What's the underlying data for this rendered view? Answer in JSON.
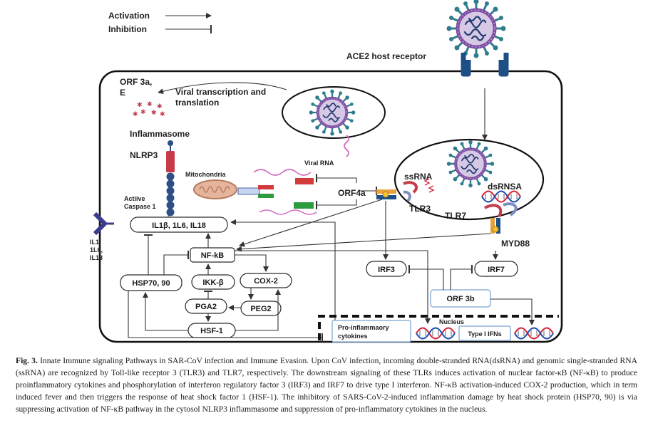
{
  "legend": {
    "activation": "Activation",
    "inhibition": "Inhibition"
  },
  "labels": {
    "ace2": "ACE2 host receptor",
    "orf3a": "ORF 3a,",
    "e_protein": "E",
    "viral_transcription_1": "Viral transcription and",
    "viral_transcription_2": "translation",
    "inflammasome": "Inflammasome",
    "nlrp3": "NLRP3",
    "mitochondria": "Mitochondria",
    "viral_rna": "Viral RNA",
    "orf4a": "ORF4a",
    "active_caspase_1": "Actiive",
    "active_caspase_2": "Caspase 1",
    "ssrna": "ssRNA",
    "dsrnsa": "dsRNSA",
    "tlr3": "TLR3",
    "tlr7": "TLR7",
    "myd88": "MYD88",
    "receptor_1": "IL1,",
    "receptor_2": "1L6,",
    "receptor_3": "IL18",
    "nucleus": "Nucleus"
  },
  "nodes": {
    "cytokines": "IL1β, 1L6, IL18",
    "nfkb": "NF-kB",
    "hsp": "HSP70, 90",
    "ikk": "IKK-β",
    "cox2": "COX-2",
    "pga2": "PGA2",
    "peg2": "PEG2",
    "hsf1": "HSF-1",
    "irf3": "IRF3",
    "irf7": "IRF7",
    "orf3b": "ORF 3b",
    "proinflam_1": "Pro-inflammaory",
    "proinflam_2": "cytokines",
    "type1ifn": "Type I IFNs"
  },
  "caption": {
    "label": "Fig. 3.",
    "text": "Innate Immune signaling Pathways in SAR-CoV infection and Immune Evasion. Upon CoV infection, incoming double-stranded RNA(dsRNA) and genomic single-stranded RNA (ssRNA) are recognized by Toll-like receptor 3 (TLR3) and TLR7, respectively. The downstream signaling of these TLRs induces activation of nuclear factor-κB (NF-κB) to produce proinflammatory cytokines and phosphorylation of interferon regulatory factor 3 (IRF3) and IRF7 to drive type I interferon. NF-κB activation-induced COX-2 production, which in term induced fever and then triggers the response of heat shock factor 1 (HSF-1). The inhibitory of SARS-CoV-2-induced inflammation damage by heat shock protein (HSP70, 90) is via suppressing activation of NF-κB pathway in the cytosol NLRP3 inflammasome and suppression of pro-inflammatory cytokines in the nucleus."
  },
  "colors": {
    "virus_purple": "#7b4fa0",
    "virus_teal": "#2f7d8c",
    "virus_navy": "#1f3c6e",
    "inflammasome_red": "#c63a4a",
    "caspase_blue": "#2d4f86",
    "mito_brown": "#b87a5e",
    "rna_pink": "#d36bc2",
    "dna_red": "#d7263d",
    "dna_blue": "#1f4fb0",
    "receptor_blue": "#1d4f86",
    "orf4a_red": "#d33b3b",
    "orf4a_green": "#2e9a3e",
    "box_border_blue": "#8fb3d9"
  },
  "icons": [
    "sars-cov-2-virus-icon",
    "nlrp3-inflammasome-icon",
    "mitochondria-icon",
    "tlr-receptor-icon",
    "dna-helix-icon"
  ]
}
